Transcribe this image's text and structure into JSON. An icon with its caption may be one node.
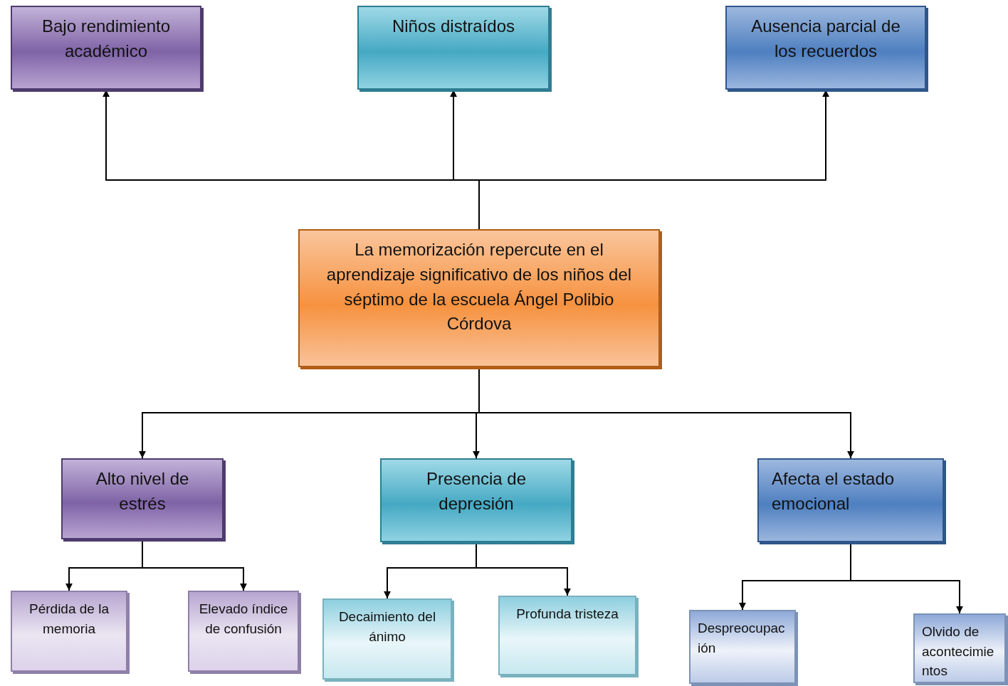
{
  "diagram": {
    "nodes": [
      {
        "text": [
          "Bajo rendimiento académico"
        ]
      },
      {
        "text": [
          "Niños distraídos"
        ]
      },
      {
        "text": [
          "Ausencia parcial de los recuerdos"
        ]
      },
      {
        "text": [
          "La memorización repercute en el aprendizaje significativo de los niños del séptimo de la escuela Ángel Polibio Córdova"
        ]
      },
      {
        "text": [
          "Alto nivel de estrés"
        ]
      },
      {
        "text": [
          "Presencia de depresión"
        ]
      },
      {
        "text": [
          "Afecta el estado emocional"
        ]
      },
      {
        "text": [
          "Pérdida de la memoria"
        ]
      },
      {
        "text": [
          "Elevado índice de confusión"
        ]
      },
      {
        "text": [
          "Decaimiento del ánimo"
        ]
      },
      {
        "text": [
          "Profunda tristeza"
        ]
      },
      {
        "text": [
          "Despreocupación"
        ]
      },
      {
        "text": [
          "Olvido de acontecimientos"
        ]
      }
    ],
    "edges": [
      {
        "from": 3,
        "to": 0,
        "arrow": "to"
      },
      {
        "from": 3,
        "to": 1,
        "arrow": "to"
      },
      {
        "from": 3,
        "to": 2,
        "arrow": "to"
      },
      {
        "from": 3,
        "to": 4,
        "arrow": "to"
      },
      {
        "from": 3,
        "to": 5,
        "arrow": "to"
      },
      {
        "from": 3,
        "to": 6,
        "arrow": "to"
      },
      {
        "from": 4,
        "to": 7,
        "arrow": "to"
      },
      {
        "from": 4,
        "to": 8,
        "arrow": "to"
      },
      {
        "from": 5,
        "to": 9,
        "arrow": "to"
      },
      {
        "from": 5,
        "to": 10,
        "arrow": "to"
      },
      {
        "from": 6,
        "to": 11,
        "arrow": "to"
      },
      {
        "from": 6,
        "to": 12,
        "arrow": "to"
      }
    ]
  }
}
